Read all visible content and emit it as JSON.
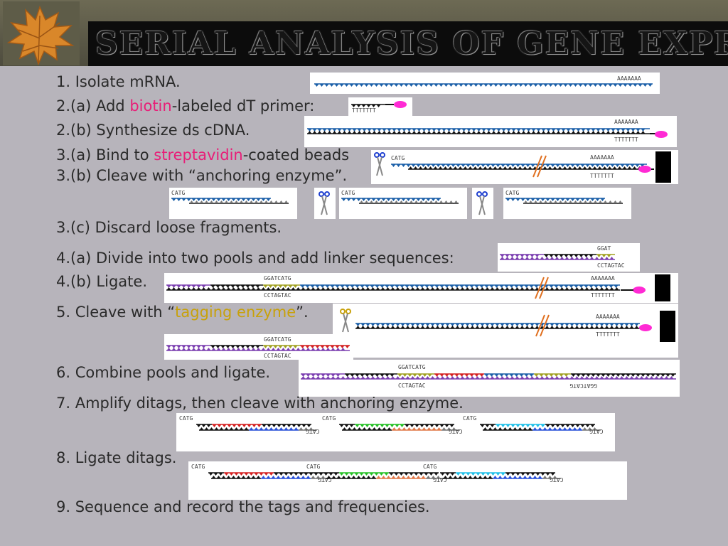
{
  "slide": {
    "title": "SERIAL ANALYSIS OF GENE EXPRESSION",
    "steps": {
      "s1": "1. Isolate mRNA.",
      "s2a_pre": "2.(a) Add ",
      "s2a_hl": "biotin",
      "s2a_post": "-labeled dT primer:",
      "s2b": "2.(b) Synthesize ds cDNA.",
      "s3a_pre": "3.(a) Bind to ",
      "s3a_hl": "streptavidin",
      "s3a_post": "-coated beads",
      "s3b": "3.(b) Cleave with “anchoring enzyme”.",
      "s3c": "3.(c) Discard loose fragments.",
      "s4a": "4.(a) Divide into two pools and add linker sequences:",
      "s4b": "4.(b) Ligate.",
      "s5_pre": "5. Cleave with “",
      "s5_hl": "tagging enzyme",
      "s5_post": "”.",
      "s6": "6. Combine pools and ligate.",
      "s7": "7. Amplify ditags, then cleave with anchoring enzyme.",
      "s8": "8. Ligate ditags.",
      "s9": "9. Sequence and record the tags and frequencies."
    }
  },
  "seq": {
    "polyA": "AAAAAAA",
    "polyT": "TTTTTTT",
    "catg": "CATG",
    "ggat": "GGAT",
    "cctagtac": "CCTAGTAC",
    "ggatcatg": "GGATCATG"
  },
  "colors": {
    "strand_top": "#1a5fa8",
    "strand_bottom": "#111111",
    "biotin": "#ff2ad4",
    "bead": "#000000",
    "linker_purple": "#7b3fb0",
    "tag_red": "#d42020",
    "tag_green": "#25c025",
    "tag_cyan": "#20c0e8",
    "tag_orange": "#e07848",
    "tag_blue": "#2850d8",
    "highlight_pink": "#e81e78",
    "highlight_gold": "#c8a10a"
  }
}
